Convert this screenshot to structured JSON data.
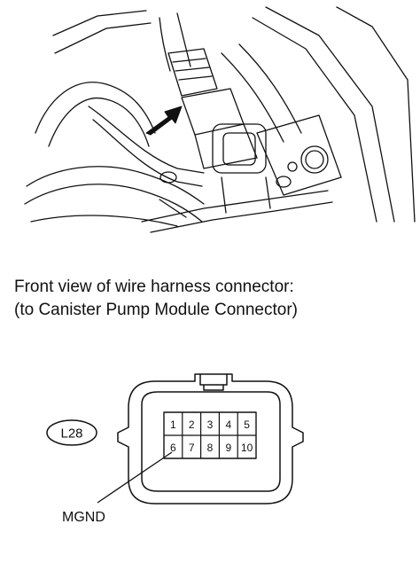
{
  "captions": {
    "line1": "Front view of wire harness connector:",
    "line2": "(to Canister Pump Module Connector)"
  },
  "connector": {
    "id": "L28",
    "pins_top": [
      "1",
      "2",
      "3",
      "4",
      "5"
    ],
    "pins_bottom": [
      "6",
      "7",
      "8",
      "9",
      "10"
    ],
    "callout_label": "MGND"
  },
  "colors": {
    "line": "#111111",
    "background": "#ffffff"
  }
}
